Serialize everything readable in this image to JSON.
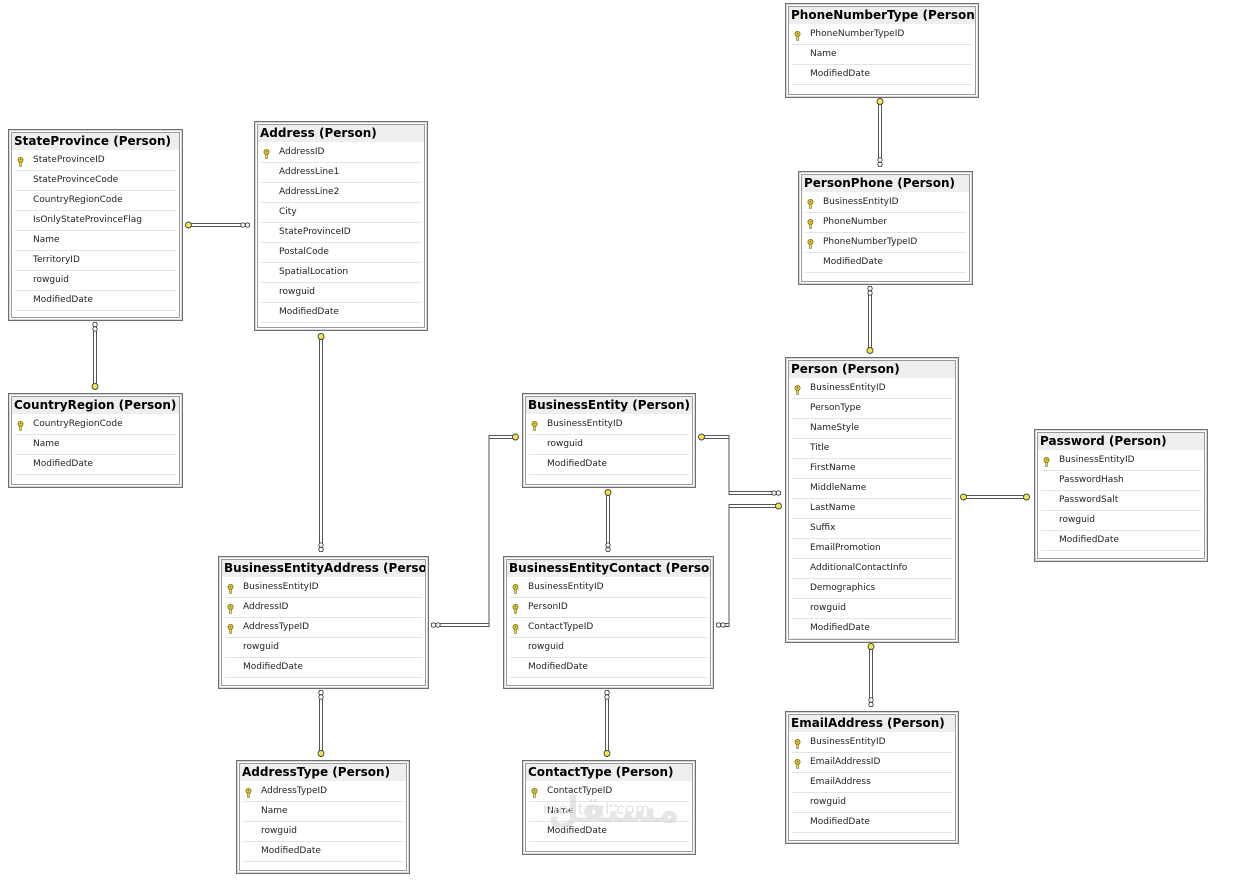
{
  "tables": [
    {
      "id": "stateprovince",
      "title": "StateProvince (Person)",
      "columns": [
        {
          "name": "StateProvinceID",
          "pk": true
        },
        {
          "name": "StateProvinceCode"
        },
        {
          "name": "CountryRegionCode"
        },
        {
          "name": "IsOnlyStateProvinceFlag"
        },
        {
          "name": "Name"
        },
        {
          "name": "TerritoryID"
        },
        {
          "name": "rowguid"
        },
        {
          "name": "ModifiedDate"
        }
      ]
    },
    {
      "id": "address",
      "title": "Address (Person)",
      "columns": [
        {
          "name": "AddressID",
          "pk": true
        },
        {
          "name": "AddressLine1"
        },
        {
          "name": "AddressLine2"
        },
        {
          "name": "City"
        },
        {
          "name": "StateProvinceID"
        },
        {
          "name": "PostalCode"
        },
        {
          "name": "SpatialLocation"
        },
        {
          "name": "rowguid"
        },
        {
          "name": "ModifiedDate"
        }
      ]
    },
    {
      "id": "countryregion",
      "title": "CountryRegion (Person)",
      "columns": [
        {
          "name": "CountryRegionCode",
          "pk": true
        },
        {
          "name": "Name"
        },
        {
          "name": "ModifiedDate"
        }
      ]
    },
    {
      "id": "phonenumbertype",
      "title": "PhoneNumberType (Person)",
      "columns": [
        {
          "name": "PhoneNumberTypeID",
          "pk": true
        },
        {
          "name": "Name"
        },
        {
          "name": "ModifiedDate"
        }
      ]
    },
    {
      "id": "personphone",
      "title": "PersonPhone (Person)",
      "columns": [
        {
          "name": "BusinessEntityID",
          "pk": true
        },
        {
          "name": "PhoneNumber",
          "pk": true
        },
        {
          "name": "PhoneNumberTypeID",
          "pk": true
        },
        {
          "name": "ModifiedDate"
        }
      ]
    },
    {
      "id": "person",
      "title": "Person (Person)",
      "columns": [
        {
          "name": "BusinessEntityID",
          "pk": true
        },
        {
          "name": "PersonType"
        },
        {
          "name": "NameStyle"
        },
        {
          "name": "Title"
        },
        {
          "name": "FirstName"
        },
        {
          "name": "MiddleName"
        },
        {
          "name": "LastName"
        },
        {
          "name": "Suffix"
        },
        {
          "name": "EmailPromotion"
        },
        {
          "name": "AdditionalContactInfo"
        },
        {
          "name": "Demographics"
        },
        {
          "name": "rowguid"
        },
        {
          "name": "ModifiedDate"
        }
      ]
    },
    {
      "id": "password",
      "title": "Password (Person)",
      "columns": [
        {
          "name": "BusinessEntityID",
          "pk": true
        },
        {
          "name": "PasswordHash"
        },
        {
          "name": "PasswordSalt"
        },
        {
          "name": "rowguid"
        },
        {
          "name": "ModifiedDate"
        }
      ]
    },
    {
      "id": "businessentity",
      "title": "BusinessEntity (Person)",
      "columns": [
        {
          "name": "BusinessEntityID",
          "pk": true
        },
        {
          "name": "rowguid"
        },
        {
          "name": "ModifiedDate"
        }
      ]
    },
    {
      "id": "businessentityaddress",
      "title": "BusinessEntityAddress (Person)",
      "columns": [
        {
          "name": "BusinessEntityID",
          "pk": true
        },
        {
          "name": "AddressID",
          "pk": true
        },
        {
          "name": "AddressTypeID",
          "pk": true
        },
        {
          "name": "rowguid"
        },
        {
          "name": "ModifiedDate"
        }
      ]
    },
    {
      "id": "businessentitycontact",
      "title": "BusinessEntityContact (Person)",
      "columns": [
        {
          "name": "BusinessEntityID",
          "pk": true
        },
        {
          "name": "PersonID",
          "pk": true
        },
        {
          "name": "ContactTypeID",
          "pk": true
        },
        {
          "name": "rowguid"
        },
        {
          "name": "ModifiedDate"
        }
      ]
    },
    {
      "id": "addresstype",
      "title": "AddressType (Person)",
      "columns": [
        {
          "name": "AddressTypeID",
          "pk": true
        },
        {
          "name": "Name"
        },
        {
          "name": "rowguid"
        },
        {
          "name": "ModifiedDate"
        }
      ]
    },
    {
      "id": "contacttype",
      "title": "ContactType (Person)",
      "columns": [
        {
          "name": "ContactTypeID",
          "pk": true
        },
        {
          "name": "Name"
        },
        {
          "name": "ModifiedDate"
        }
      ]
    },
    {
      "id": "emailaddress",
      "title": "EmailAddress (Person)",
      "columns": [
        {
          "name": "BusinessEntityID",
          "pk": true
        },
        {
          "name": "EmailAddressID",
          "pk": true
        },
        {
          "name": "EmailAddress"
        },
        {
          "name": "rowguid"
        },
        {
          "name": "ModifiedDate"
        }
      ]
    }
  ],
  "relationships": [
    {
      "from": "address",
      "to": "stateprovince"
    },
    {
      "from": "stateprovince",
      "to": "countryregion"
    },
    {
      "from": "personphone",
      "to": "phonenumbertype"
    },
    {
      "from": "personphone",
      "to": "person"
    },
    {
      "from": "password",
      "to": "person"
    },
    {
      "from": "emailaddress",
      "to": "person"
    },
    {
      "from": "businessentityaddress",
      "to": "address"
    },
    {
      "from": "businessentityaddress",
      "to": "addresstype"
    },
    {
      "from": "businessentityaddress",
      "to": "businessentity"
    },
    {
      "from": "businessentitycontact",
      "to": "businessentity"
    },
    {
      "from": "businessentitycontact",
      "to": "contacttype"
    },
    {
      "from": "businessentitycontact",
      "to": "person"
    },
    {
      "from": "person",
      "to": "businessentity"
    }
  ],
  "watermark": {
    "arabic": "مستقل",
    "latin": "mostaql.com"
  },
  "colors": {
    "key": "#e8d23a",
    "line": "#555555",
    "title_bg": "#eeeeee",
    "endpoint": "#f2e64a"
  }
}
